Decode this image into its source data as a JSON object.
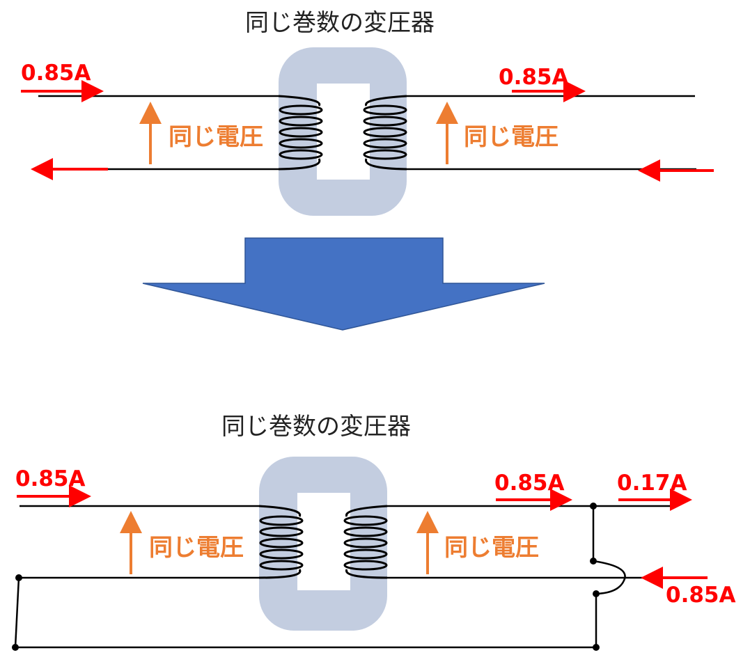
{
  "colors": {
    "current": "#ff0000",
    "voltage": "#ed7d31",
    "core": "#c3cde0",
    "transition_arrow": "#4472c4",
    "wire": "#000000"
  },
  "top": {
    "title": "同じ巻数の変圧器",
    "current_in": "0.85A",
    "current_out": "0.85A",
    "voltage_left": "同じ電圧",
    "voltage_right": "同じ電圧"
  },
  "bottom": {
    "title": "同じ巻数の変圧器",
    "current_in": "0.85A",
    "current_secondary": "0.85A",
    "current_load": "0.17A",
    "current_return": "0.85A",
    "voltage_left": "同じ電圧",
    "voltage_right": "同じ電圧"
  }
}
